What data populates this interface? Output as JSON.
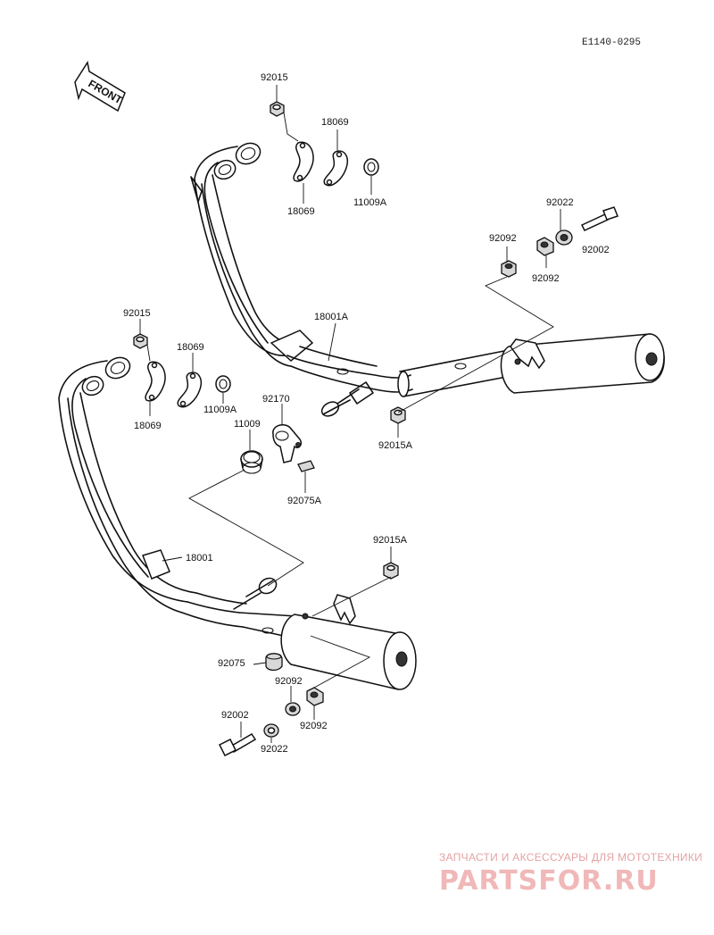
{
  "diagram_code": "E1140-0295",
  "front_label": "FRONT",
  "watermark": {
    "tagline": "ЗАПЧАСТИ И АКСЕССУАРЫ ДЛЯ МОТОТЕХНИКИ",
    "brand": "PARTSFOR.RU"
  },
  "labels": {
    "l_92015_top": "92015",
    "l_18069_top_a": "18069",
    "l_18069_top_b": "18069",
    "l_11009a_top": "11009A",
    "l_92022_right": "92022",
    "l_92092_right_a": "92092",
    "l_92002_right": "92002",
    "l_92092_right_b": "92092",
    "l_18001a": "18001A",
    "l_92015_mid": "92015",
    "l_18069_mid_a": "18069",
    "l_18069_mid_b": "18069",
    "l_11009a_mid": "11009A",
    "l_92170": "92170",
    "l_11009": "11009",
    "l_92015a_right": "92015A",
    "l_92075a": "92075A",
    "l_18001": "18001",
    "l_92015a_low": "92015A",
    "l_92075": "92075",
    "l_92092_low_a": "92092",
    "l_92092_low_b": "92092",
    "l_92002_low": "92002",
    "l_92022_low": "92022"
  }
}
